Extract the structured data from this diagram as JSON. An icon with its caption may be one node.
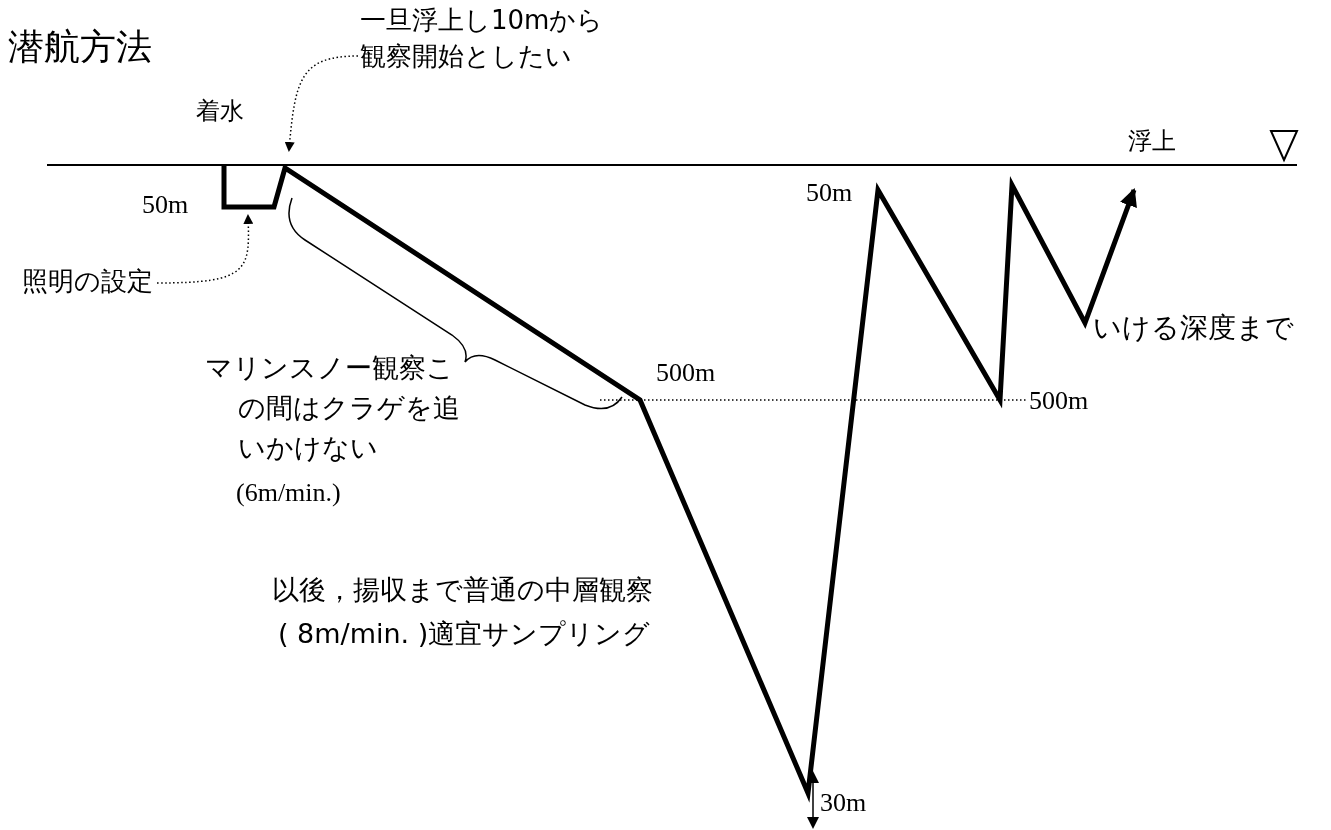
{
  "diagram": {
    "title": "潜航方法",
    "nodes": [
      {
        "text": [
          "一旦浮上し10mから観察開始としたい"
        ]
      },
      {
        "text": [
          "照明の設定"
        ]
      }
    ],
    "edges": [
      {
        "from": 0,
        "to": null,
        "arrow": "to",
        "style": "dashed"
      },
      {
        "from": 1,
        "to": null,
        "arrow": "to",
        "style": "dashed"
      }
    ],
    "labels": [
      "着水",
      "浮上",
      "50m",
      "50m",
      "マリンスノー観察この間はクラゲを追いかけない",
      "(6m/min.)",
      "500m",
      "500m",
      "いける深度まで",
      "以後，揚収まで普通の中層観察",
      "( 8m/min. )適宜サンプリング",
      "30m"
    ]
  }
}
